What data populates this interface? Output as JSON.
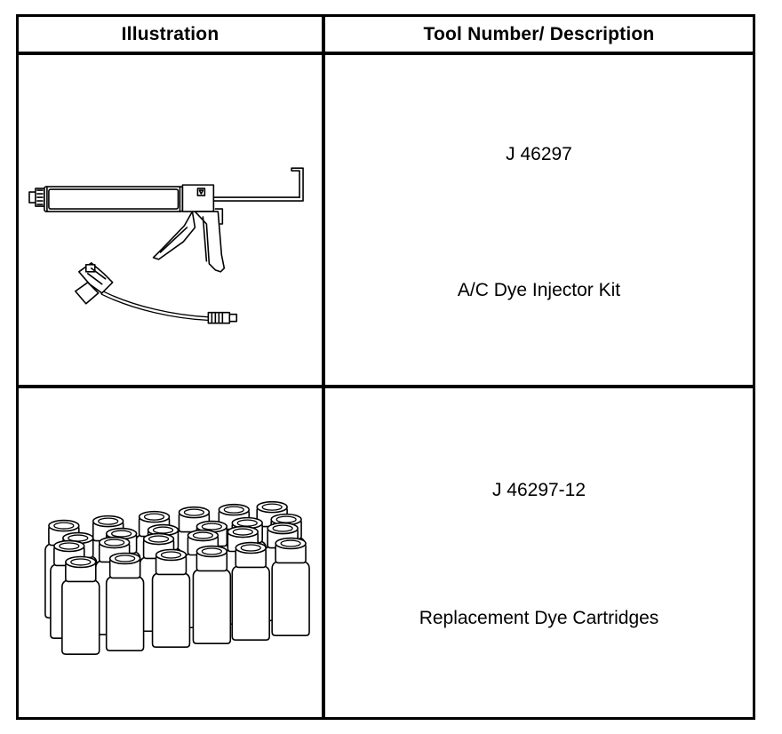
{
  "table": {
    "headers": {
      "illustration": "Illustration",
      "tool_description": "Tool Number/ Description"
    },
    "rows": [
      {
        "tool_number": "J 46297",
        "description": "A/C Dye Injector Kit",
        "illustration_icon": "dye-injector-gun-icon"
      },
      {
        "tool_number": "J 46297-12",
        "description": "Replacement Dye Cartridges",
        "illustration_icon": "dye-cartridges-icon"
      }
    ]
  }
}
